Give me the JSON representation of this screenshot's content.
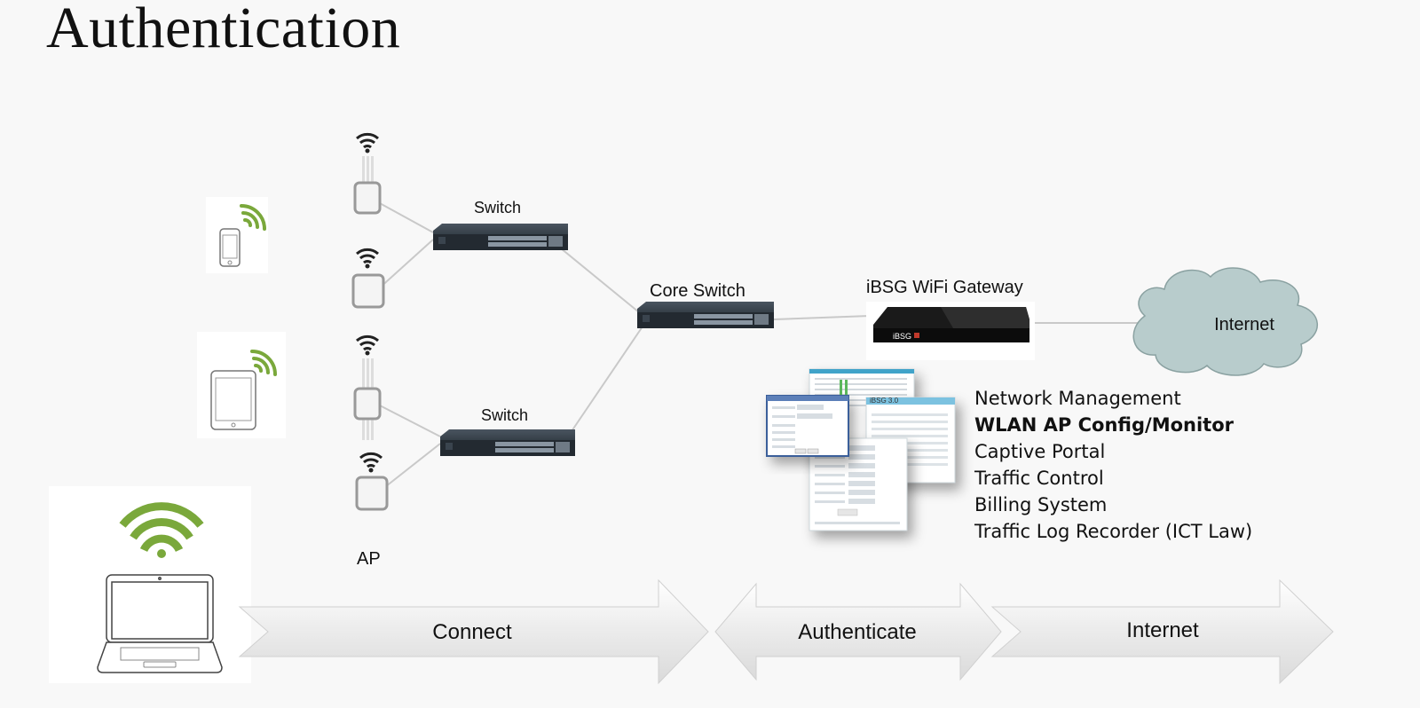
{
  "page": {
    "title": "Authentication"
  },
  "labels": {
    "switch_top": "Switch",
    "switch_bottom": "Switch",
    "core_switch": "Core Switch",
    "gateway": "iBSG WiFi Gateway",
    "internet_cloud": "Internet",
    "ap": "AP",
    "screenshot_caption": "iBSG 3.0"
  },
  "flow": {
    "connect": "Connect",
    "authenticate": "Authenticate",
    "internet": "Internet"
  },
  "features": [
    {
      "text": "Network Management",
      "bold": false
    },
    {
      "text": "WLAN AP Config/Monitor",
      "bold": true
    },
    {
      "text": "Captive Portal",
      "bold": false
    },
    {
      "text": "Traffic Control",
      "bold": false
    },
    {
      "text": "Billing System",
      "bold": false
    },
    {
      "text": "Traffic Log Recorder (ICT Law)",
      "bold": false
    }
  ],
  "colors": {
    "wifi_green": "#7aa83b",
    "cloud_fill": "#b8cccc",
    "switch_body": "#2b333b",
    "arrow_fill": "#e9e9e9"
  },
  "icons": {
    "phone": "smartphone-icon",
    "tablet": "tablet-icon",
    "laptop": "laptop-icon",
    "ap": "access-point-icon",
    "switch": "network-switch-icon",
    "gateway": "gateway-appliance-icon",
    "cloud": "cloud-icon"
  }
}
